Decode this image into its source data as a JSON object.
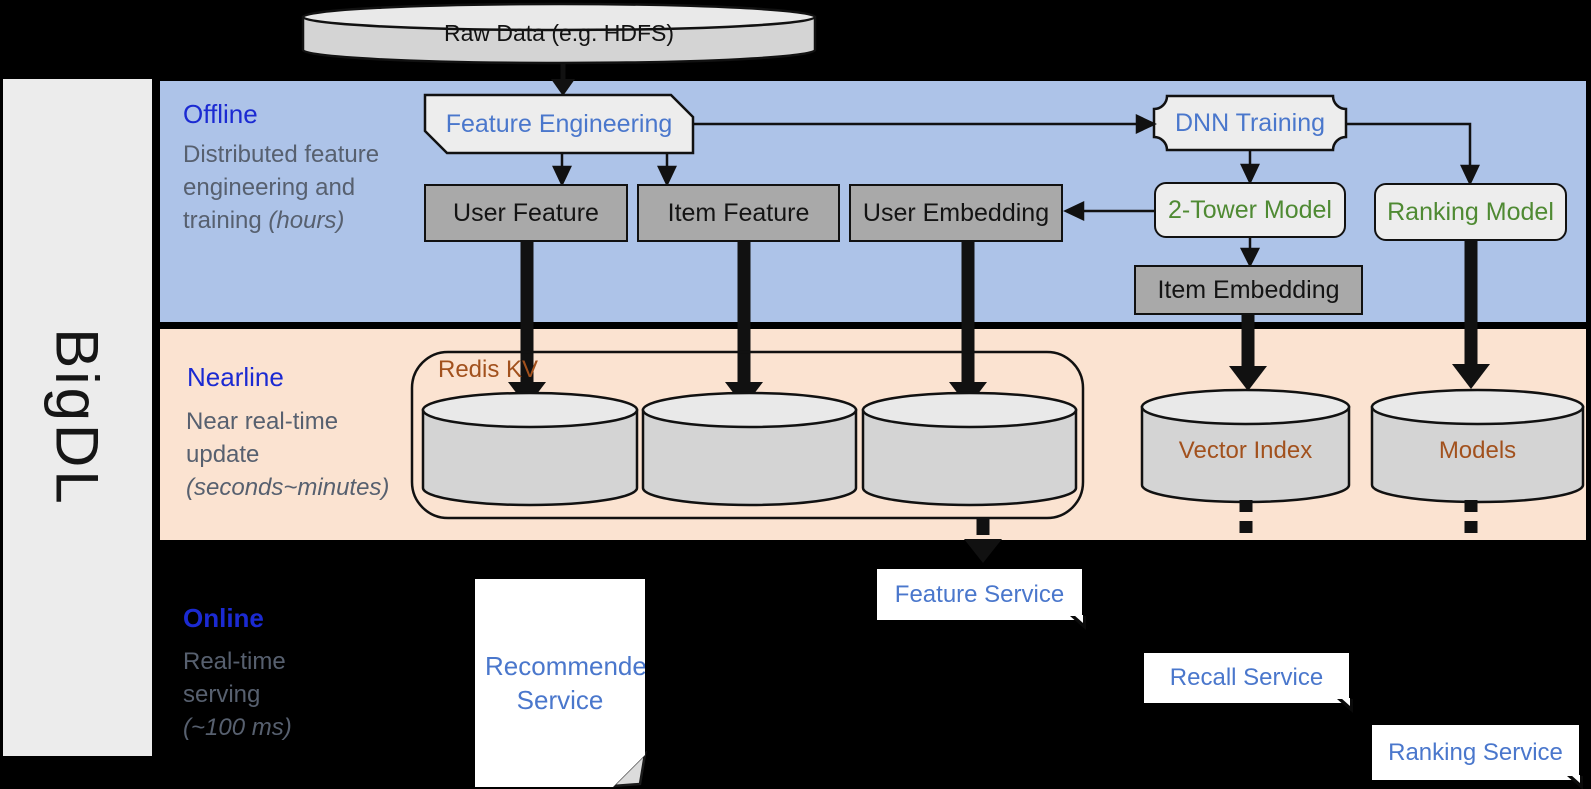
{
  "brand": {
    "label": "BigDL"
  },
  "colors": {
    "band-offline": "#adc3e8",
    "band-nearline": "#fbe3d1",
    "label-blue": "#1b2ad2",
    "desc-gray": "#57606f",
    "box-blue": "#4a77cc",
    "green": "#4f8a33",
    "brown": "#a2511d",
    "gray-box": "#a9a9a9",
    "light-box": "#ededed",
    "cyl-body": "#d4d4d4",
    "cyl-top": "#e9e9e9",
    "white-box": "#ffffff",
    "ink": "#111111",
    "bar-gray": "#ececec"
  },
  "source": {
    "label": "Raw Data (e.g. HDFS)"
  },
  "offline": {
    "title": "Offline",
    "desc": "Distributed feature engineering and training ",
    "desc_italic": "(hours)",
    "nodes": {
      "feature_engineering": "Feature Engineering",
      "dnn_training": "DNN Training",
      "user_feature": "User Feature",
      "item_feature": "Item Feature",
      "user_embedding": "User Embedding",
      "two_tower": "2-Tower Model",
      "ranking_model": "Ranking Model",
      "item_embedding": "Item Embedding"
    }
  },
  "nearline": {
    "title": "Nearline",
    "desc": "Near real-time update ",
    "desc_italic": "(seconds~minutes)",
    "redis_label": "Redis KV",
    "vector_index": "Vector Index",
    "models": "Models"
  },
  "online": {
    "title": "Online",
    "desc": "Real-time serving ",
    "desc_italic": "(~100 ms)",
    "services": {
      "recommender": "Recommender Service",
      "feature": "Feature Service",
      "recall": "Recall Service",
      "ranking": "Ranking Service"
    }
  }
}
